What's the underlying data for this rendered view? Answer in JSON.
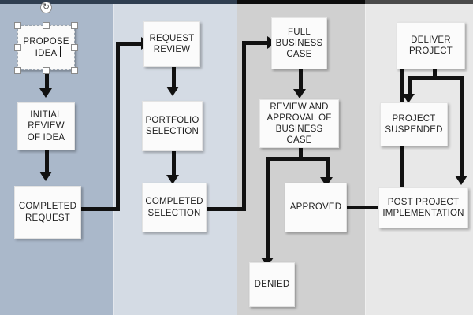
{
  "app": {
    "type": "slide-editor-canvas",
    "selected_shape": "PROPOSE IDEA",
    "rotation_handle_icon": "rotate-icon",
    "rotation_glyph": "↻"
  },
  "bands": [
    {
      "name": "stage-1",
      "color": "#aab8ca"
    },
    {
      "name": "stage-2",
      "color": "#d4dbe4"
    },
    {
      "name": "stage-3",
      "color": "#d0d0d0"
    },
    {
      "name": "stage-4",
      "color": "#e8e8e8"
    }
  ],
  "diagram": {
    "type": "flowchart",
    "nodes": [
      {
        "id": "propose-idea",
        "label": "PROPOSE\nIDEA",
        "column": 1,
        "selected": true
      },
      {
        "id": "initial-review-of-idea",
        "label": "INITIAL\nREVIEW\nOF IDEA",
        "column": 1,
        "selected": false
      },
      {
        "id": "completed-request",
        "label": "COMPLETED\nREQUEST",
        "column": 1,
        "selected": false
      },
      {
        "id": "request-review",
        "label": "REQUEST\nREVIEW",
        "column": 2,
        "selected": false
      },
      {
        "id": "portfolio-selection",
        "label": "PORTFOLIO\nSELECTION",
        "column": 2,
        "selected": false
      },
      {
        "id": "completed-selection",
        "label": "COMPLETED\nSELECTION",
        "column": 2,
        "selected": false
      },
      {
        "id": "full-business-case",
        "label": "FULL\nBUSINESS\nCASE",
        "column": 3,
        "selected": false
      },
      {
        "id": "review-and-approval",
        "label": "REVIEW AND\nAPPROVAL OF\nBUSINESS CASE",
        "column": 3,
        "selected": false
      },
      {
        "id": "approved",
        "label": "APPROVED",
        "column": 3,
        "selected": false
      },
      {
        "id": "denied",
        "label": "DENIED",
        "column": 3,
        "selected": false
      },
      {
        "id": "deliver-project",
        "label": "DELIVER\nPROJECT",
        "column": 4,
        "selected": false
      },
      {
        "id": "project-suspended",
        "label": "PROJECT\nSUSPENDED",
        "column": 4,
        "selected": false
      },
      {
        "id": "post-project-impl",
        "label": "POST PROJECT\nIMPLEMENTATION",
        "column": 4,
        "selected": false
      }
    ],
    "edges": [
      {
        "from": "propose-idea",
        "to": "initial-review-of-idea"
      },
      {
        "from": "initial-review-of-idea",
        "to": "completed-request"
      },
      {
        "from": "completed-request",
        "to": "request-review"
      },
      {
        "from": "request-review",
        "to": "portfolio-selection"
      },
      {
        "from": "portfolio-selection",
        "to": "completed-selection"
      },
      {
        "from": "completed-selection",
        "to": "full-business-case"
      },
      {
        "from": "full-business-case",
        "to": "review-and-approval"
      },
      {
        "from": "review-and-approval",
        "to": "approved"
      },
      {
        "from": "review-and-approval",
        "to": "denied"
      },
      {
        "from": "approved",
        "to": "deliver-project"
      },
      {
        "from": "deliver-project",
        "to": "project-suspended"
      },
      {
        "from": "deliver-project",
        "to": "post-project-impl"
      }
    ]
  },
  "colors": {
    "node_fill": "#fbfbfb",
    "connector": "#111111",
    "text": "#1f1f1f"
  }
}
